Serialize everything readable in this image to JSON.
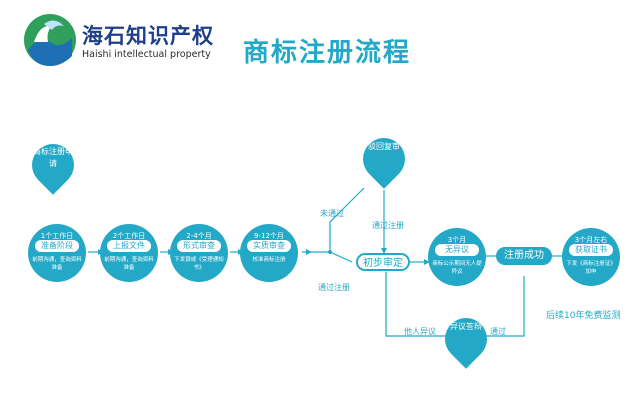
{
  "header": {
    "logo_name": "海石知识产权",
    "logo_sub": "Haishi intellectual property",
    "title": "商标注册流程"
  },
  "start_bubble": "商标注册申请",
  "stages": [
    {
      "duration": "1个工作日",
      "label": "准备阶段",
      "note": "前期沟通，查询资料准备"
    },
    {
      "duration": "2个工作日",
      "label": "上报文件",
      "note": "前期沟通，查询资料准备"
    },
    {
      "duration": "2-4个月",
      "label": "形式审查",
      "note": "下发银或《受理通知书》"
    },
    {
      "duration": "9-12个月",
      "label": "实质审查",
      "note": "核准商标注册"
    }
  ],
  "reject_bubble": "驳回复审",
  "labels": {
    "not_passed": "未通过",
    "passed_bottom": "通过注册",
    "passed_review": "通过注册",
    "others_objection": "他人异议",
    "passed": "通过"
  },
  "prelim": "初步审定",
  "no_objection": {
    "duration": "3个月",
    "label": "无异议",
    "note": "商标公示期间无人提异议"
  },
  "register_success": "注册成功",
  "certificate": {
    "duration": "3个月左右",
    "label": "获取证书",
    "note": "下发《商标注册证》加申"
  },
  "objection_bubble": "异议答辩",
  "monitoring": "后续10年免费监测",
  "colors": {
    "accent": "#23a9c7",
    "logo_text": "#1f3f8a"
  }
}
